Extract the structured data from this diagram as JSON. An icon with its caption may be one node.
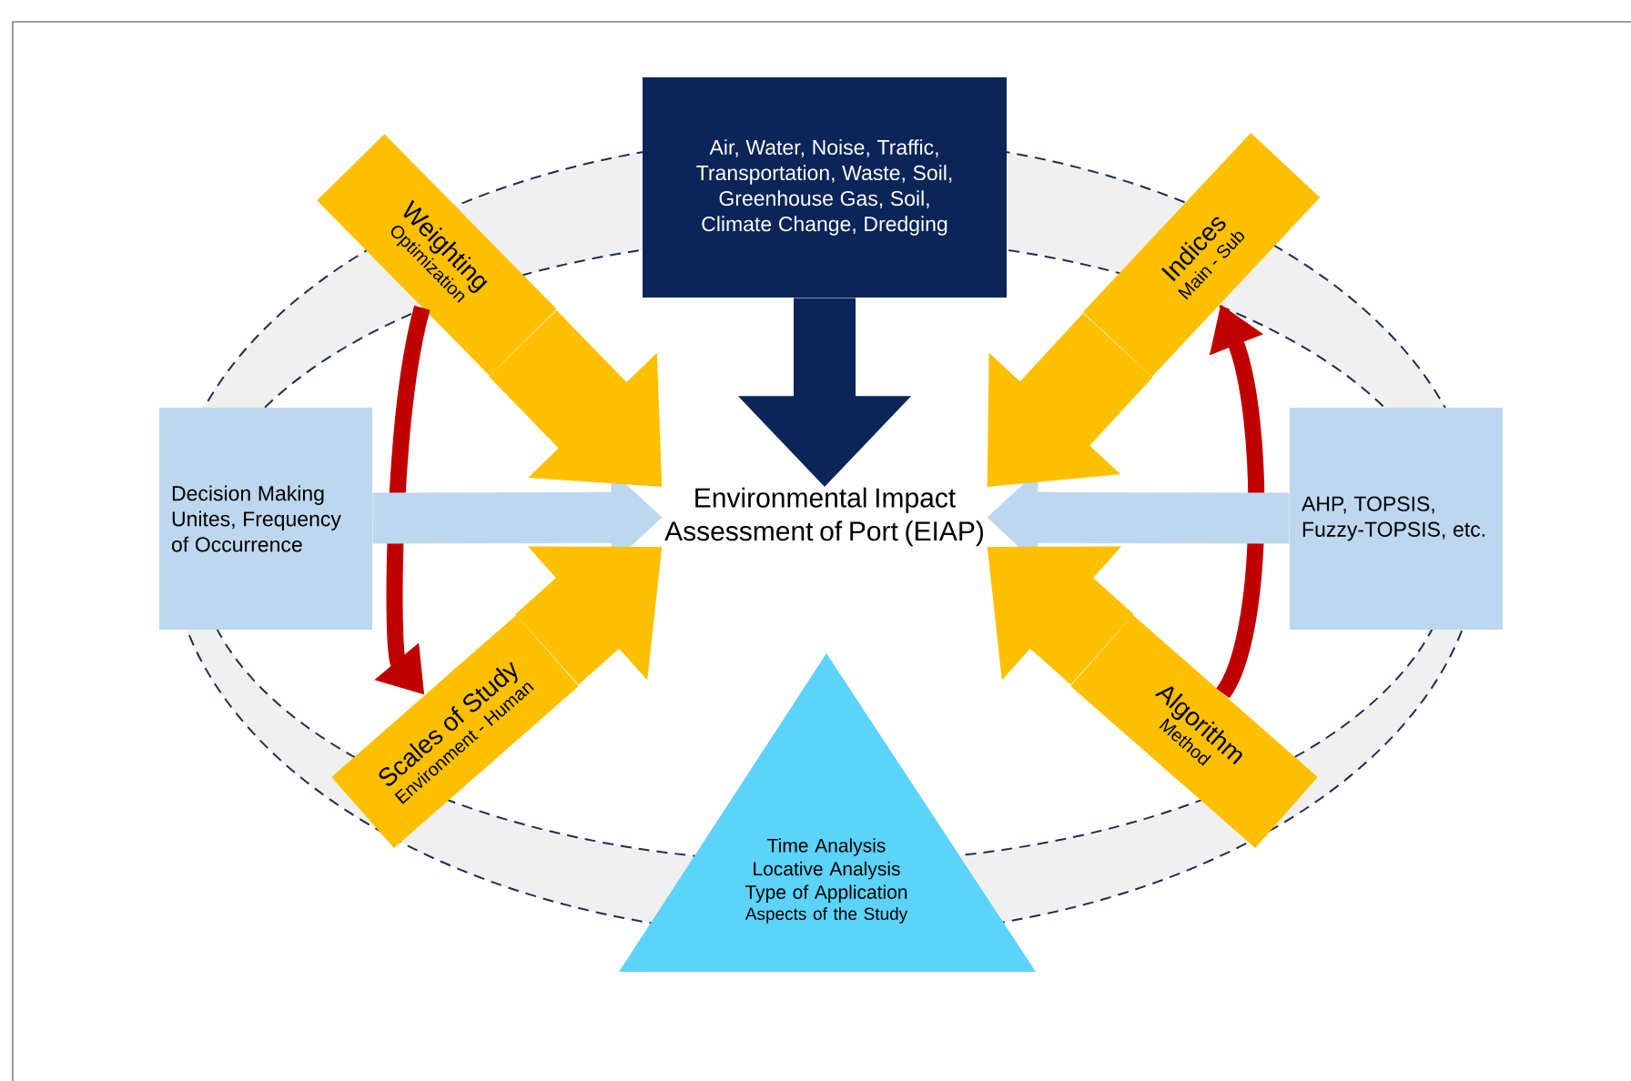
{
  "diagram": {
    "nodes": [
      {
        "text": [
          "Air, Water, Noise, Traffic, Transportation, Waste, Soil, Greenhouse Gas, Soil, Climate Change, Dredging"
        ]
      },
      {
        "text": [
          "Weighting",
          "Optimization"
        ]
      },
      {
        "text": [
          "Indices",
          "Main - Sub"
        ]
      },
      {
        "text": [
          "Decision Making Unites, Frequency of Occurrence"
        ]
      },
      {
        "text": [
          "Environmental Impact Assessment of Port (EIAP)"
        ]
      },
      {
        "text": [
          "AHP, TOPSIS, Fuzzy-TOPSIS, etc."
        ]
      },
      {
        "text": [
          "Scales of Study",
          "Environment - Human"
        ]
      },
      {
        "text": [
          "Time Analysis",
          "Locative Analysis",
          "Type of Application",
          "Aspects of the Study"
        ]
      },
      {
        "text": [
          "Algorithm",
          "Method"
        ]
      }
    ],
    "edges": [
      {
        "from": 1,
        "to": 6,
        "arrow": "to",
        "color": "#c00000"
      },
      {
        "from": 8,
        "to": 2,
        "arrow": "to",
        "color": "#c00000"
      },
      {
        "from": 0,
        "to": 4,
        "arrow": "to",
        "color": "#0b2559"
      },
      {
        "from": 3,
        "to": 4,
        "arrow": "to",
        "color": "#bdd7ee"
      },
      {
        "from": 5,
        "to": 4,
        "arrow": "to",
        "color": "#bdd7ee"
      },
      {
        "from": 1,
        "to": 4,
        "arrow": "to",
        "color": "#fcc000"
      },
      {
        "from": 2,
        "to": 4,
        "arrow": "to",
        "color": "#fcc000"
      },
      {
        "from": 6,
        "to": 4,
        "arrow": "to",
        "color": "#fcc000"
      },
      {
        "from": 8,
        "to": 4,
        "arrow": "to",
        "color": "#fcc000"
      }
    ]
  }
}
